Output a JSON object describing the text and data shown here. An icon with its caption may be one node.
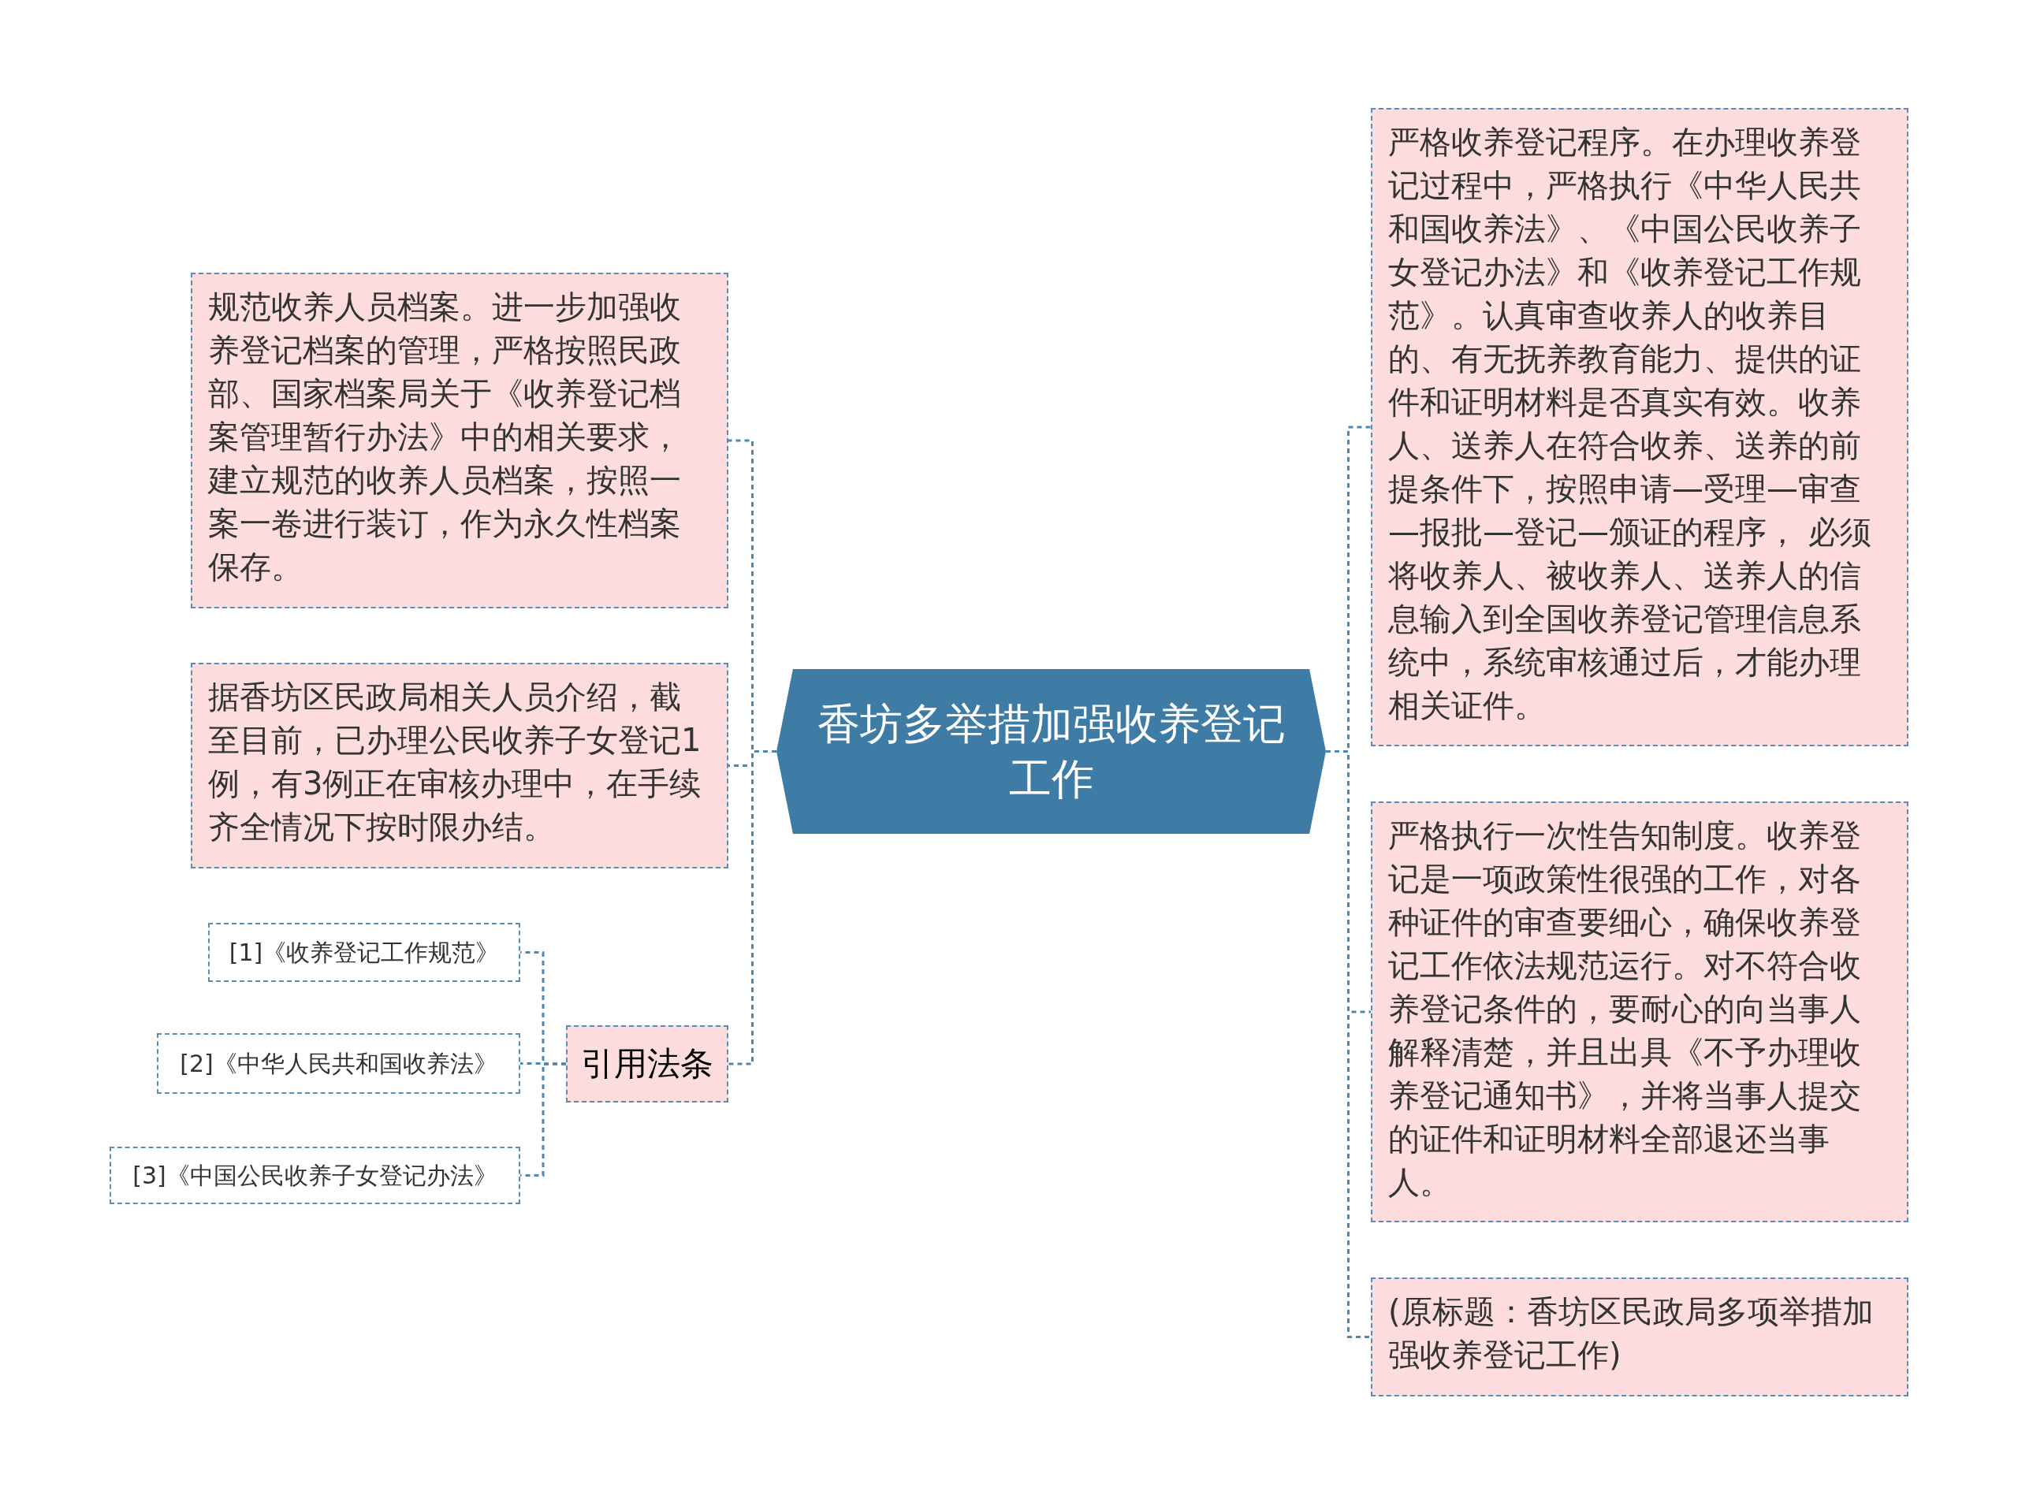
{
  "diagram": {
    "nodes": [
      {
        "text": [
          "香坊多举措加强收养登记工作"
        ]
      },
      {
        "text": [
          "规范收养人员档案。进一步加强收养登记档案的管理，严格按照民政部、国家档案局关于《收养登记档案管理暂行办法》中的相关要求，建立规范的收养人员档案，按照一案一卷进行装订，作为永久性档案保存。"
        ]
      },
      {
        "text": [
          "据香坊区民政局相关人员介绍，截至目前，已办理公民收养子女登记1例，有3例正在审核办理中，在手续齐全情况下按时限办结。"
        ]
      },
      {
        "text": [
          "引用法条"
        ]
      },
      {
        "text": [
          "[1]《收养登记工作规范》"
        ]
      },
      {
        "text": [
          "[2]《中华人民共和国收养法》"
        ]
      },
      {
        "text": [
          "[3]《中国公民收养子女登记办法》"
        ]
      },
      {
        "text": [
          "严格收养登记程序。在办理收养登记过程中，严格执行《中华人民共和国收养法》、《中国公民收养子女登记办法》和《收养登记工作规范》。认真审查收养人的收养目的、有无抚养教育能力、提供的证件和证明材料是否真实有效。收养人、送养人在符合收养、送养的前提条件下，按照申请—受理—审查—报批—登记—颁证的程序， 必须将收养人、被收养人、送养人的信息输入到全国收养登记管理信息系统中，系统审核通过后，才能办理相关证件。"
        ]
      },
      {
        "text": [
          "严格执行一次性告知制度。收养登记是一项政策性很强的工作，对各种证件的审查要细心，确保收养登记工作依法规范运行。对不符合收养登记条件的，要耐心的向当事人解释清楚，并且出具《不予办理收养登记通知书》，并将当事人提交的证件和证明材料全部退还当事人。"
        ]
      },
      {
        "text": [
          "(原标题：香坊区民政局多项举措加强收养登记工作)"
        ]
      }
    ],
    "edges": [
      {
        "from": 0,
        "to": 1,
        "arrow": "none"
      },
      {
        "from": 0,
        "to": 2,
        "arrow": "none"
      },
      {
        "from": 0,
        "to": 3,
        "arrow": "none"
      },
      {
        "from": 3,
        "to": 4,
        "arrow": "none"
      },
      {
        "from": 3,
        "to": 5,
        "arrow": "none"
      },
      {
        "from": 3,
        "to": 6,
        "arrow": "none"
      },
      {
        "from": 0,
        "to": 7,
        "arrow": "none"
      },
      {
        "from": 0,
        "to": 8,
        "arrow": "none"
      },
      {
        "from": 0,
        "to": 9,
        "arrow": "none"
      }
    ]
  }
}
